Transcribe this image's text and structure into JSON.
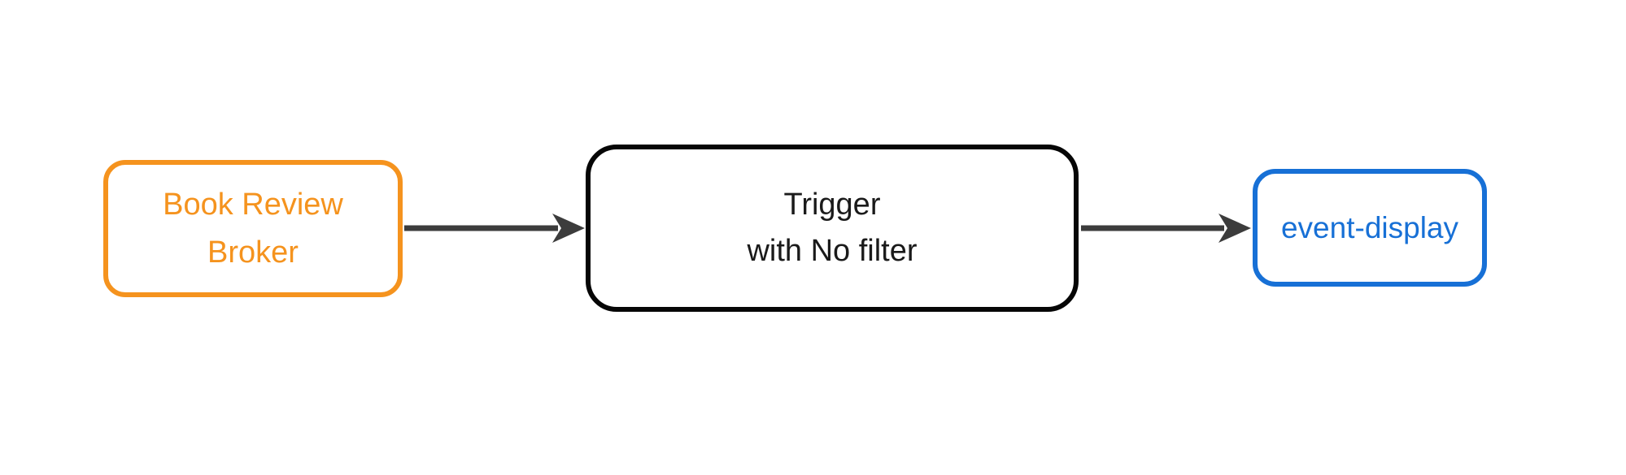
{
  "diagram": {
    "background_color": "#FFFFFF",
    "arrow_color": "#3C3C3C",
    "nodes": [
      {
        "id": "book-review-broker",
        "label": "Book Review Broker",
        "lines": [
          "Book Review",
          "Broker"
        ],
        "border_color": "#F5931E",
        "text_color": "#F5931E"
      },
      {
        "id": "trigger-with-no-filter",
        "label": "Trigger with No filter",
        "lines": [
          "Trigger",
          "with No filter"
        ],
        "border_color": "#060606",
        "text_color": "#1A1A1A"
      },
      {
        "id": "event-display",
        "label": "event-display",
        "lines": [
          "event-display"
        ],
        "border_color": "#1770D6",
        "text_color": "#1770D6"
      }
    ],
    "edges": [
      {
        "from": "book-review-broker",
        "to": "trigger-with-no-filter"
      },
      {
        "from": "trigger-with-no-filter",
        "to": "event-display"
      }
    ]
  }
}
